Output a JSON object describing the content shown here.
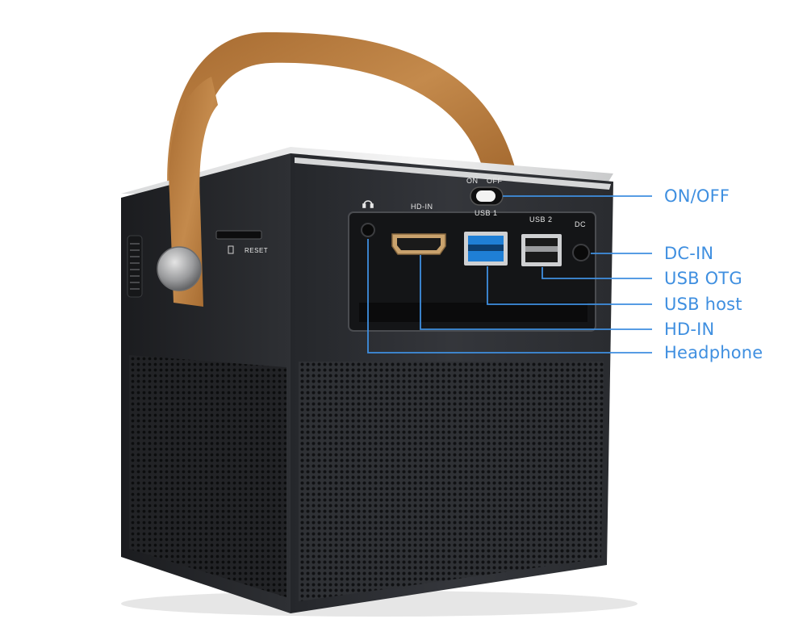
{
  "colors": {
    "callout": "#3f8fe0",
    "body_dark": "#2b2d31",
    "body_mid": "#3a3c41",
    "strap": "#b87a3d",
    "usb1_blue": "#1f7fd6"
  },
  "device": {
    "switch_on_label": "ON",
    "switch_off_label": "OFF",
    "headphone_icon": "headphone-icon",
    "port_hdin_label": "HD-IN",
    "port_usb1_label": "USB 1",
    "port_usb2_label": "USB 2",
    "port_dc_label": "DC",
    "reset_label": "RESET",
    "sd_icon": "sd-card-icon"
  },
  "callouts": [
    {
      "key": "onoff",
      "label": "ON/OFF"
    },
    {
      "key": "dcin",
      "label": "DC-IN"
    },
    {
      "key": "usbotg",
      "label": "USB OTG"
    },
    {
      "key": "usbhost",
      "label": "USB host"
    },
    {
      "key": "hdin",
      "label": "HD-IN"
    },
    {
      "key": "headphone",
      "label": "Headphone"
    }
  ]
}
